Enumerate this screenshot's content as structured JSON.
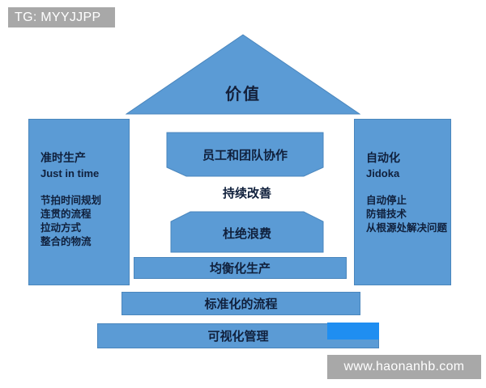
{
  "watermarks": {
    "top_left": "TG: MYYJJPP",
    "bottom_right": "www.haonanhb.com"
  },
  "diagram": {
    "roof": {
      "label": "价值"
    },
    "pillars": [
      {
        "name": "just-in-time",
        "heading_cn": "准时生产",
        "heading_en": "Just in time",
        "items": [
          "节拍时间规划",
          "连贯的流程",
          "拉动方式",
          "整合的物流"
        ]
      },
      {
        "name": "jidoka",
        "heading_cn": "自动化",
        "heading_en": "Jidoka",
        "items": [
          "自动停止",
          "防错技术",
          "从根源处解决问题"
        ]
      }
    ],
    "center": {
      "teamwork": "员工和团队协作",
      "kaizen": "持续改善",
      "waste": "杜绝浪费"
    },
    "foundation": [
      "均衡化生产",
      "标准化的流程",
      "可视化管理"
    ]
  },
  "colors": {
    "shape_fill": "#5b9bd5",
    "shape_border": "#4a86bd",
    "text_dark": "#10203c",
    "watermark_bg": "#a8a8a8",
    "selection_highlight": "#1f8ef1",
    "background": "#ffffff"
  }
}
